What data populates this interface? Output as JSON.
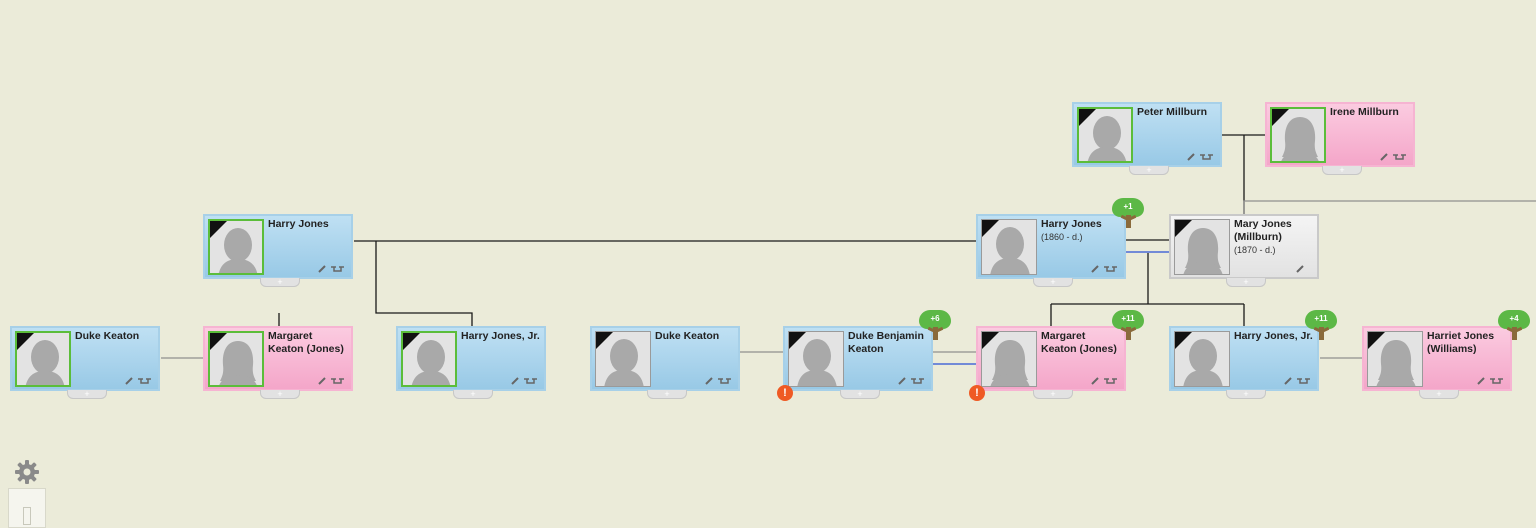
{
  "people": [
    {
      "name": "Peter Millburn",
      "gender": "male",
      "dates": ""
    },
    {
      "name": "Irene Millburn",
      "gender": "female",
      "dates": ""
    },
    {
      "name": "Harry Jones",
      "gender": "male",
      "dates": ""
    },
    {
      "name": "Harry Jones",
      "gender": "male",
      "dates": "(1860 -  d.)",
      "tree_count": "+1"
    },
    {
      "name": "Mary Jones (Millburn)",
      "gender": "unknown",
      "dates": "(1870 -  d.)"
    },
    {
      "name": "Duke Keaton",
      "gender": "male",
      "dates": ""
    },
    {
      "name": "Margaret Keaton (Jones)",
      "gender": "female",
      "dates": ""
    },
    {
      "name": "Harry Jones, Jr.",
      "gender": "male",
      "dates": ""
    },
    {
      "name": "Duke Keaton",
      "gender": "male",
      "dates": ""
    },
    {
      "name": "Duke Benjamin Keaton",
      "gender": "male",
      "dates": "",
      "tree_count": "+6",
      "warning": "!"
    },
    {
      "name": "Margaret Keaton (Jones)",
      "gender": "female",
      "dates": "",
      "tree_count": "+11",
      "warning": "!"
    },
    {
      "name": "Harry Jones, Jr.",
      "gender": "male",
      "dates": "",
      "tree_count": "+11"
    },
    {
      "name": "Harriet Jones (Williams)",
      "gender": "female",
      "dates": "",
      "tree_count": "+4"
    }
  ],
  "colors": {
    "background": "#ebebd9",
    "male_card": "#a9d3ec",
    "female_card": "#f8b8d6",
    "unknown_card": "#ececec",
    "tree_badge": "#5cb846",
    "warning_badge": "#ef5a24"
  },
  "controls": {
    "add_tab_symbol": "+",
    "settings_icon": "gear-icon"
  }
}
